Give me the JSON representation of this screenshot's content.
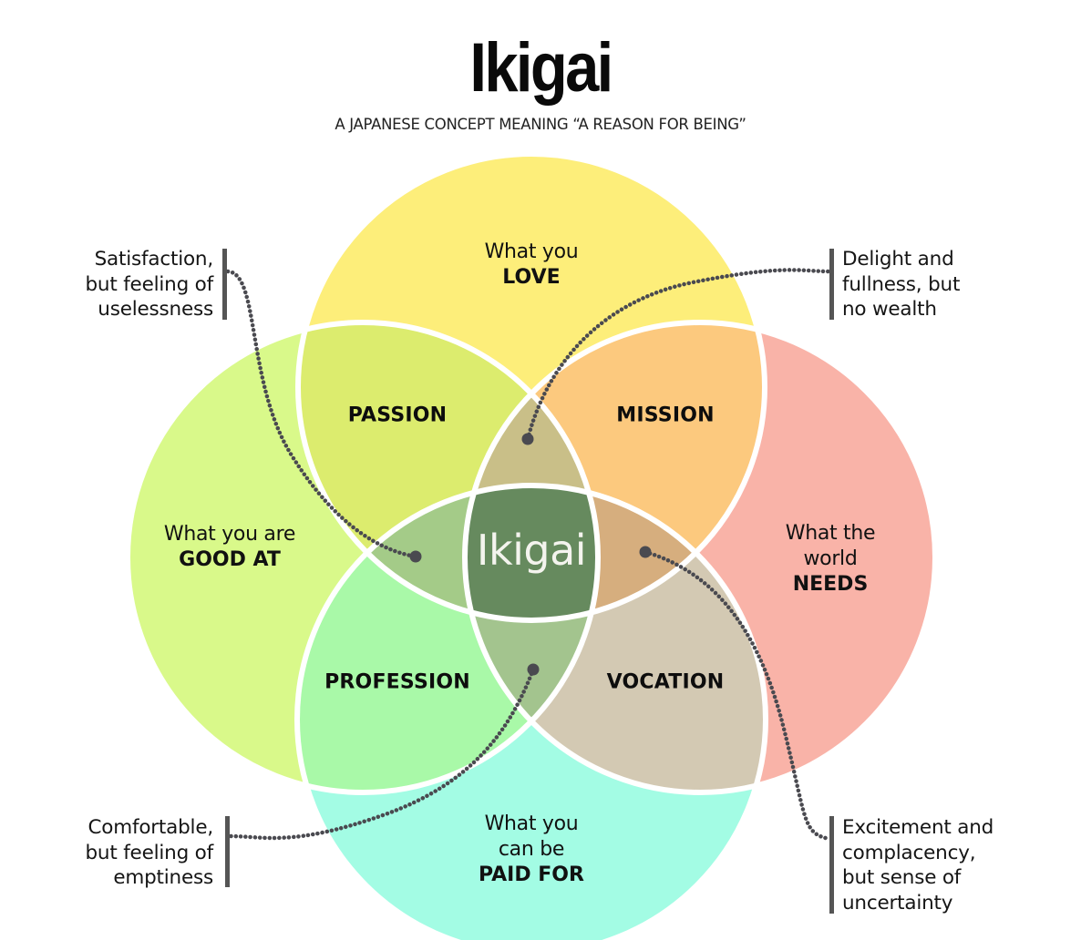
{
  "header": {
    "title": "Ikigai",
    "subtitle": "A JAPANESE CONCEPT MEANING “A REASON FOR BEING”"
  },
  "circles": {
    "love": {
      "line1": "What you",
      "bold": "LOVE",
      "color": "#FDEE7A"
    },
    "good_at": {
      "line1": "What you are",
      "bold": "GOOD AT",
      "color": "#D9F98A"
    },
    "needs": {
      "line1": "What the",
      "line2": "world",
      "bold": "NEEDS",
      "color": "#F9B3A8"
    },
    "paid_for": {
      "line1": "What you",
      "line2": "can be",
      "bold": "PAID FOR",
      "color": "#A3FCE4"
    }
  },
  "regions": {
    "passion": {
      "label": "PASSION",
      "color": "#DCEC6E"
    },
    "mission": {
      "label": "MISSION",
      "color": "#FCC97E"
    },
    "profession": {
      "label": "PROFESSION",
      "color": "#A9F9A8"
    },
    "vocation": {
      "label": "VOCATION",
      "color": "#D3C9B3"
    },
    "lens_top": {
      "color": "#C9BF88"
    },
    "lens_left": {
      "color": "#A4CB88"
    },
    "lens_right": {
      "color": "#D6AE7E"
    },
    "lens_bottom": {
      "color": "#A3C48E"
    },
    "center": {
      "label": "Ikigai",
      "color": "#668A5E"
    }
  },
  "annotations": {
    "top_left": [
      "Satisfaction,",
      "but feeling of",
      "uselessness"
    ],
    "top_right": [
      "Delight and",
      "fullness, but",
      "no wealth"
    ],
    "bottom_left": [
      "Comfortable,",
      "but feeling of",
      "emptiness"
    ],
    "bottom_right": [
      "Excitement and",
      "complacency,",
      "but sense of",
      "uncertainty"
    ]
  },
  "style": {
    "connector_color": "#4a4a50",
    "bracket_color": "#555555"
  }
}
